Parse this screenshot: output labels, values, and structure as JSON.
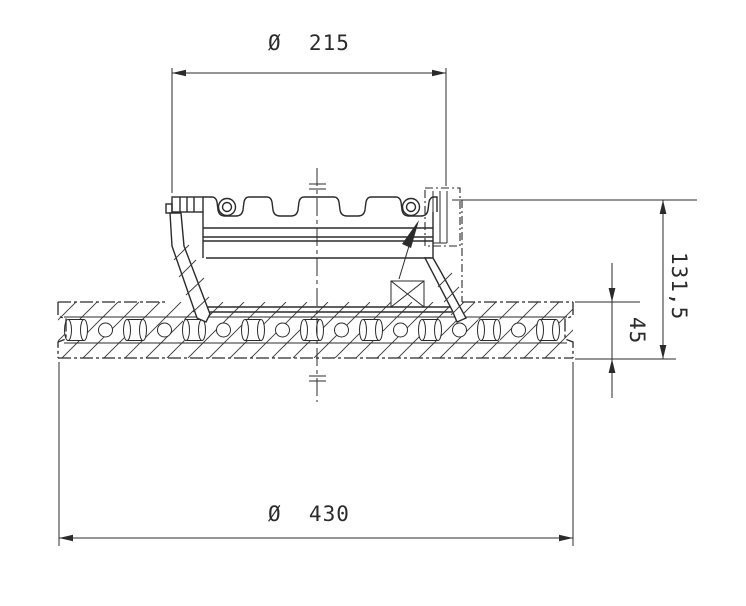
{
  "drawing": {
    "top_diameter": "Ø  215",
    "bottom_diameter": "Ø  430",
    "overall_height": "131,5",
    "disc_thickness": "45",
    "line_color": "#2b2b2b",
    "background_color": "#ffffff"
  }
}
